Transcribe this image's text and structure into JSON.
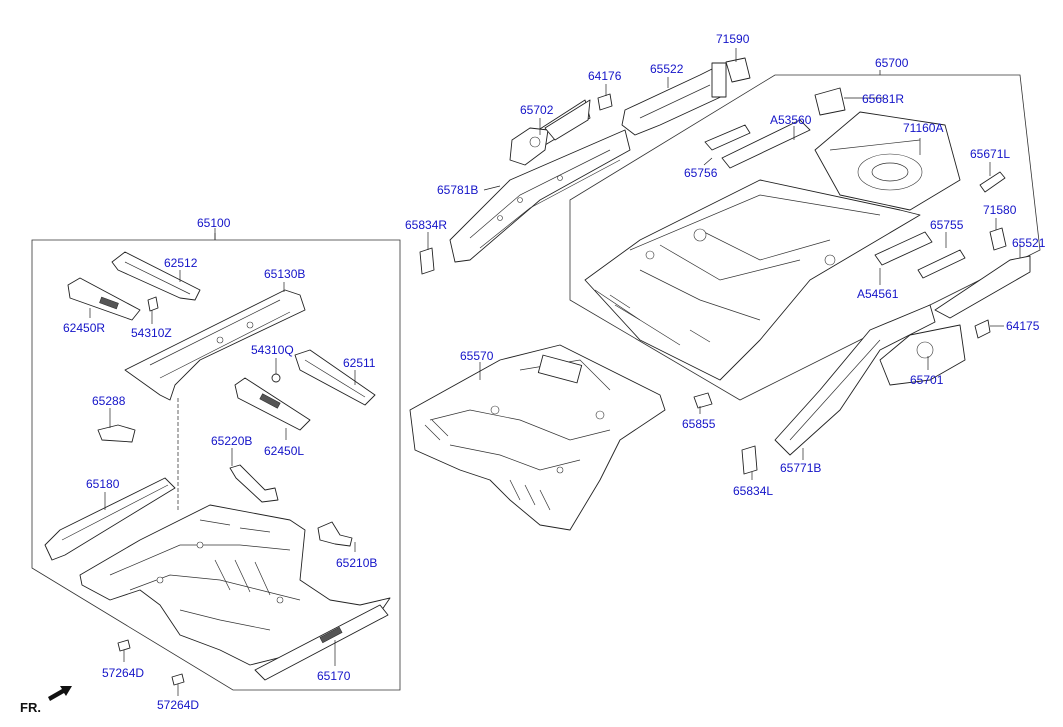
{
  "labels": {
    "l_65100": "65100",
    "l_65700": "65700",
    "l_71590": "71590",
    "l_64176": "64176",
    "l_65522": "65522",
    "l_65702": "65702",
    "l_65681R": "65681R",
    "l_71160A": "71160A",
    "l_A53560": "A53560",
    "l_65756": "65756",
    "l_65671L": "65671L",
    "l_65781B": "65781B",
    "l_65834R": "65834R",
    "l_71580": "71580",
    "l_65755": "65755",
    "l_65521": "65521",
    "l_A54561": "A54561",
    "l_64175": "64175",
    "l_65701": "65701",
    "l_62512": "62512",
    "l_65130B": "65130B",
    "l_62450R": "62450R",
    "l_54310Z": "54310Z",
    "l_54310Q": "54310Q",
    "l_62511": "62511",
    "l_65288": "65288",
    "l_65220B": "65220B",
    "l_62450L": "62450L",
    "l_65180": "65180",
    "l_65210B": "65210B",
    "l_65570": "65570",
    "l_65855": "65855",
    "l_65771B": "65771B",
    "l_65834L": "65834L",
    "l_57264D_a": "57264D",
    "l_57264D_b": "57264D",
    "l_65170": "65170"
  },
  "front_marker": "FR.",
  "colors": {
    "label": "#1414c8",
    "line": "#222222",
    "background": "#ffffff"
  }
}
